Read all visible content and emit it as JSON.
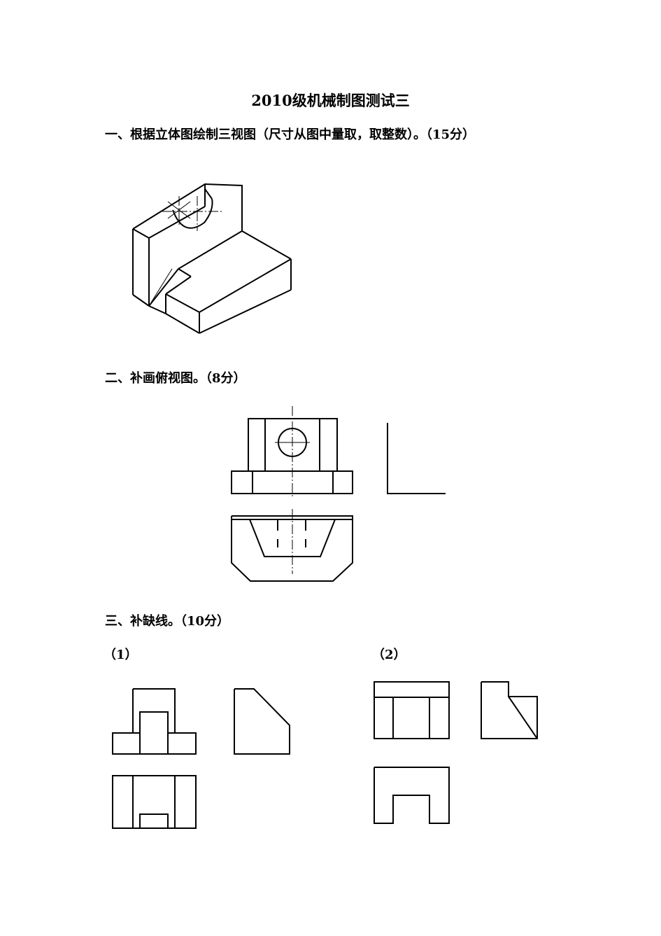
{
  "title": "2010级机械制图测试三",
  "sections": [
    {
      "label": "一、根据立体图绘制三视图（尺寸从图中量取，取整数）。（15分）"
    },
    {
      "label": "二、补画俯视图。（8分）"
    },
    {
      "label": "三、补缺线。（10分）"
    }
  ],
  "sub_items": [
    "（1）",
    "（2）"
  ]
}
